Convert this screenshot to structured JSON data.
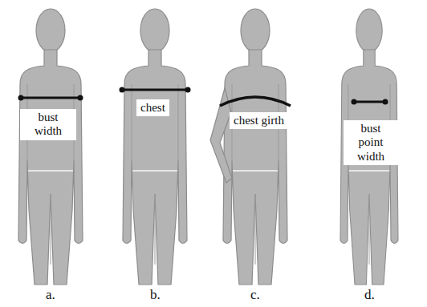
{
  "diagram": {
    "nodes": [
      {
        "text": [
          "bust width"
        ]
      },
      {
        "text": [
          "chest"
        ]
      },
      {
        "text": [
          "chest girth"
        ]
      },
      {
        "text": [
          "bust point width"
        ]
      }
    ],
    "labels": [
      "a.",
      "b.",
      "c.",
      "d."
    ]
  }
}
